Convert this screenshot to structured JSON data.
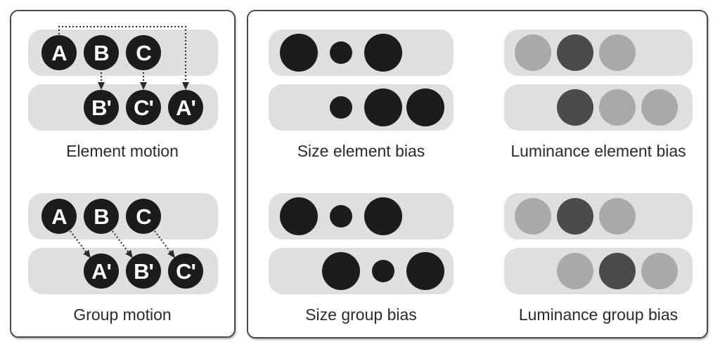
{
  "colors": {
    "dot_black": "#1c1c1c",
    "dot_dark_gray": "#4b4b4b",
    "dot_light_gray": "#a9a9a9",
    "strip_background": "#dfdfdf",
    "panel_border": "#4a4a4a",
    "caption_text": "#2b2b2b",
    "letter_text": "#ffffff",
    "arrow": "#2a2a2a"
  },
  "motion_panel": {
    "subfigures": [
      {
        "id": "element-motion",
        "label": "Element motion",
        "rows": [
          {
            "dots": [
              {
                "slot": 0,
                "letter": "A"
              },
              {
                "slot": 1,
                "letter": "B"
              },
              {
                "slot": 2,
                "letter": "C"
              }
            ]
          },
          {
            "dots": [
              {
                "slot": 1,
                "letter": "B'"
              },
              {
                "slot": 2,
                "letter": "C'"
              },
              {
                "slot": 3,
                "letter": "A'"
              }
            ]
          }
        ],
        "correspondence": [
          {
            "from": "A",
            "to": "A'",
            "path": "elbow-over-top"
          },
          {
            "from": "B",
            "to": "B'",
            "path": "straight-down"
          },
          {
            "from": "C",
            "to": "C'",
            "path": "straight-down"
          }
        ]
      },
      {
        "id": "group-motion",
        "label": "Group motion",
        "rows": [
          {
            "dots": [
              {
                "slot": 0,
                "letter": "A"
              },
              {
                "slot": 1,
                "letter": "B"
              },
              {
                "slot": 2,
                "letter": "C"
              }
            ]
          },
          {
            "dots": [
              {
                "slot": 1,
                "letter": "A'"
              },
              {
                "slot": 2,
                "letter": "B'"
              },
              {
                "slot": 3,
                "letter": "C'"
              }
            ]
          }
        ],
        "correspondence": [
          {
            "from": "A",
            "to": "A'",
            "path": "diagonal"
          },
          {
            "from": "B",
            "to": "B'",
            "path": "diagonal"
          },
          {
            "from": "C",
            "to": "C'",
            "path": "diagonal"
          }
        ]
      }
    ]
  },
  "bias_panel": {
    "subfigures": [
      {
        "id": "size-element-bias",
        "label": "Size element bias",
        "rows": [
          {
            "dots": [
              {
                "slot": 0,
                "size": "large"
              },
              {
                "slot": 1,
                "size": "small"
              },
              {
                "slot": 2,
                "size": "large"
              }
            ]
          },
          {
            "dots": [
              {
                "slot": 1,
                "size": "small"
              },
              {
                "slot": 2,
                "size": "large"
              },
              {
                "slot": 3,
                "size": "large"
              }
            ]
          }
        ]
      },
      {
        "id": "size-group-bias",
        "label": "Size group bias",
        "rows": [
          {
            "dots": [
              {
                "slot": 0,
                "size": "large"
              },
              {
                "slot": 1,
                "size": "small"
              },
              {
                "slot": 2,
                "size": "large"
              }
            ]
          },
          {
            "dots": [
              {
                "slot": 1,
                "size": "large"
              },
              {
                "slot": 2,
                "size": "small"
              },
              {
                "slot": 3,
                "size": "large"
              }
            ]
          }
        ]
      },
      {
        "id": "luminance-element-bias",
        "label": "Luminance element bias",
        "rows": [
          {
            "dots": [
              {
                "slot": 0,
                "tone": "light"
              },
              {
                "slot": 1,
                "tone": "dark"
              },
              {
                "slot": 2,
                "tone": "light"
              }
            ]
          },
          {
            "dots": [
              {
                "slot": 1,
                "tone": "dark"
              },
              {
                "slot": 2,
                "tone": "light"
              },
              {
                "slot": 3,
                "tone": "light"
              }
            ]
          }
        ]
      },
      {
        "id": "luminance-group-bias",
        "label": "Luminance group bias",
        "rows": [
          {
            "dots": [
              {
                "slot": 0,
                "tone": "light"
              },
              {
                "slot": 1,
                "tone": "dark"
              },
              {
                "slot": 2,
                "tone": "light"
              }
            ]
          },
          {
            "dots": [
              {
                "slot": 1,
                "tone": "light"
              },
              {
                "slot": 2,
                "tone": "dark"
              },
              {
                "slot": 3,
                "tone": "light"
              }
            ]
          }
        ]
      }
    ]
  }
}
